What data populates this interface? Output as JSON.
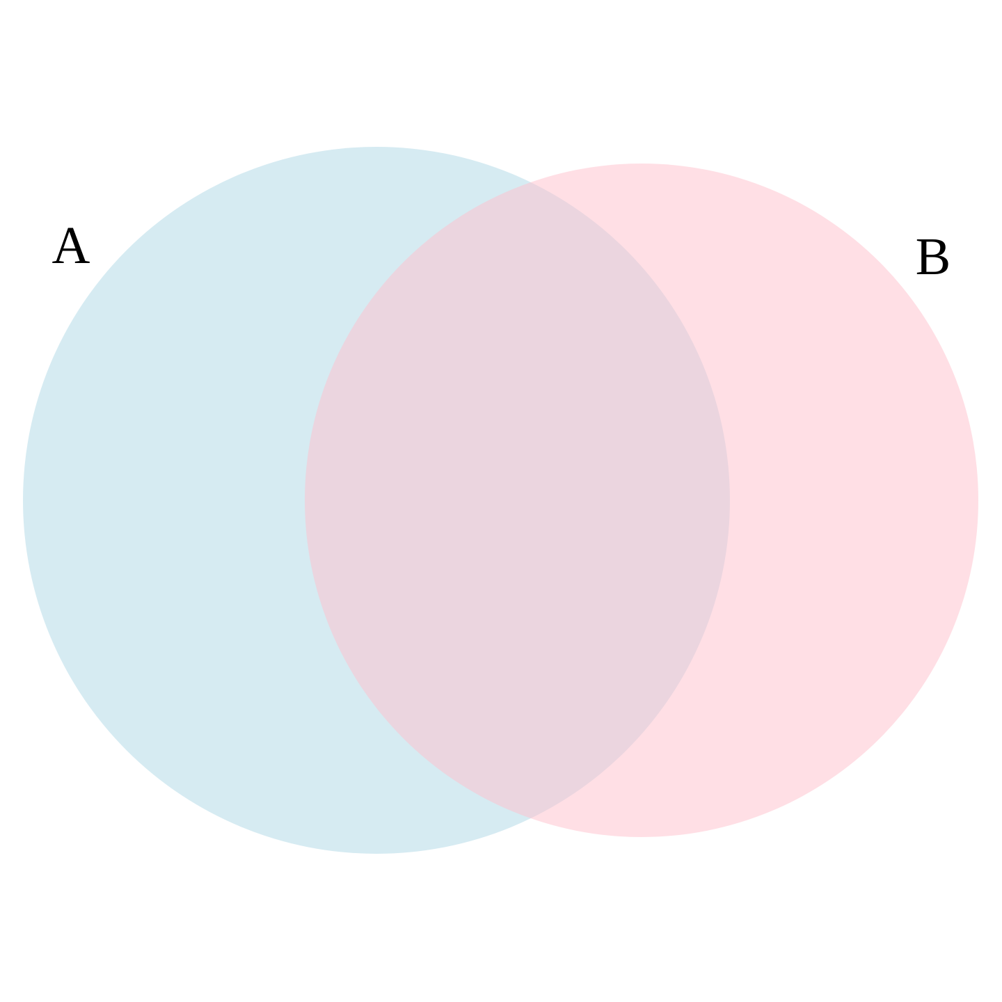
{
  "diagram": {
    "type": "venn",
    "sets": [
      {
        "label": "A",
        "color": "#add8e6"
      },
      {
        "label": "B",
        "color": "#ffc0cb"
      }
    ],
    "fill_opacity": 0.5
  }
}
